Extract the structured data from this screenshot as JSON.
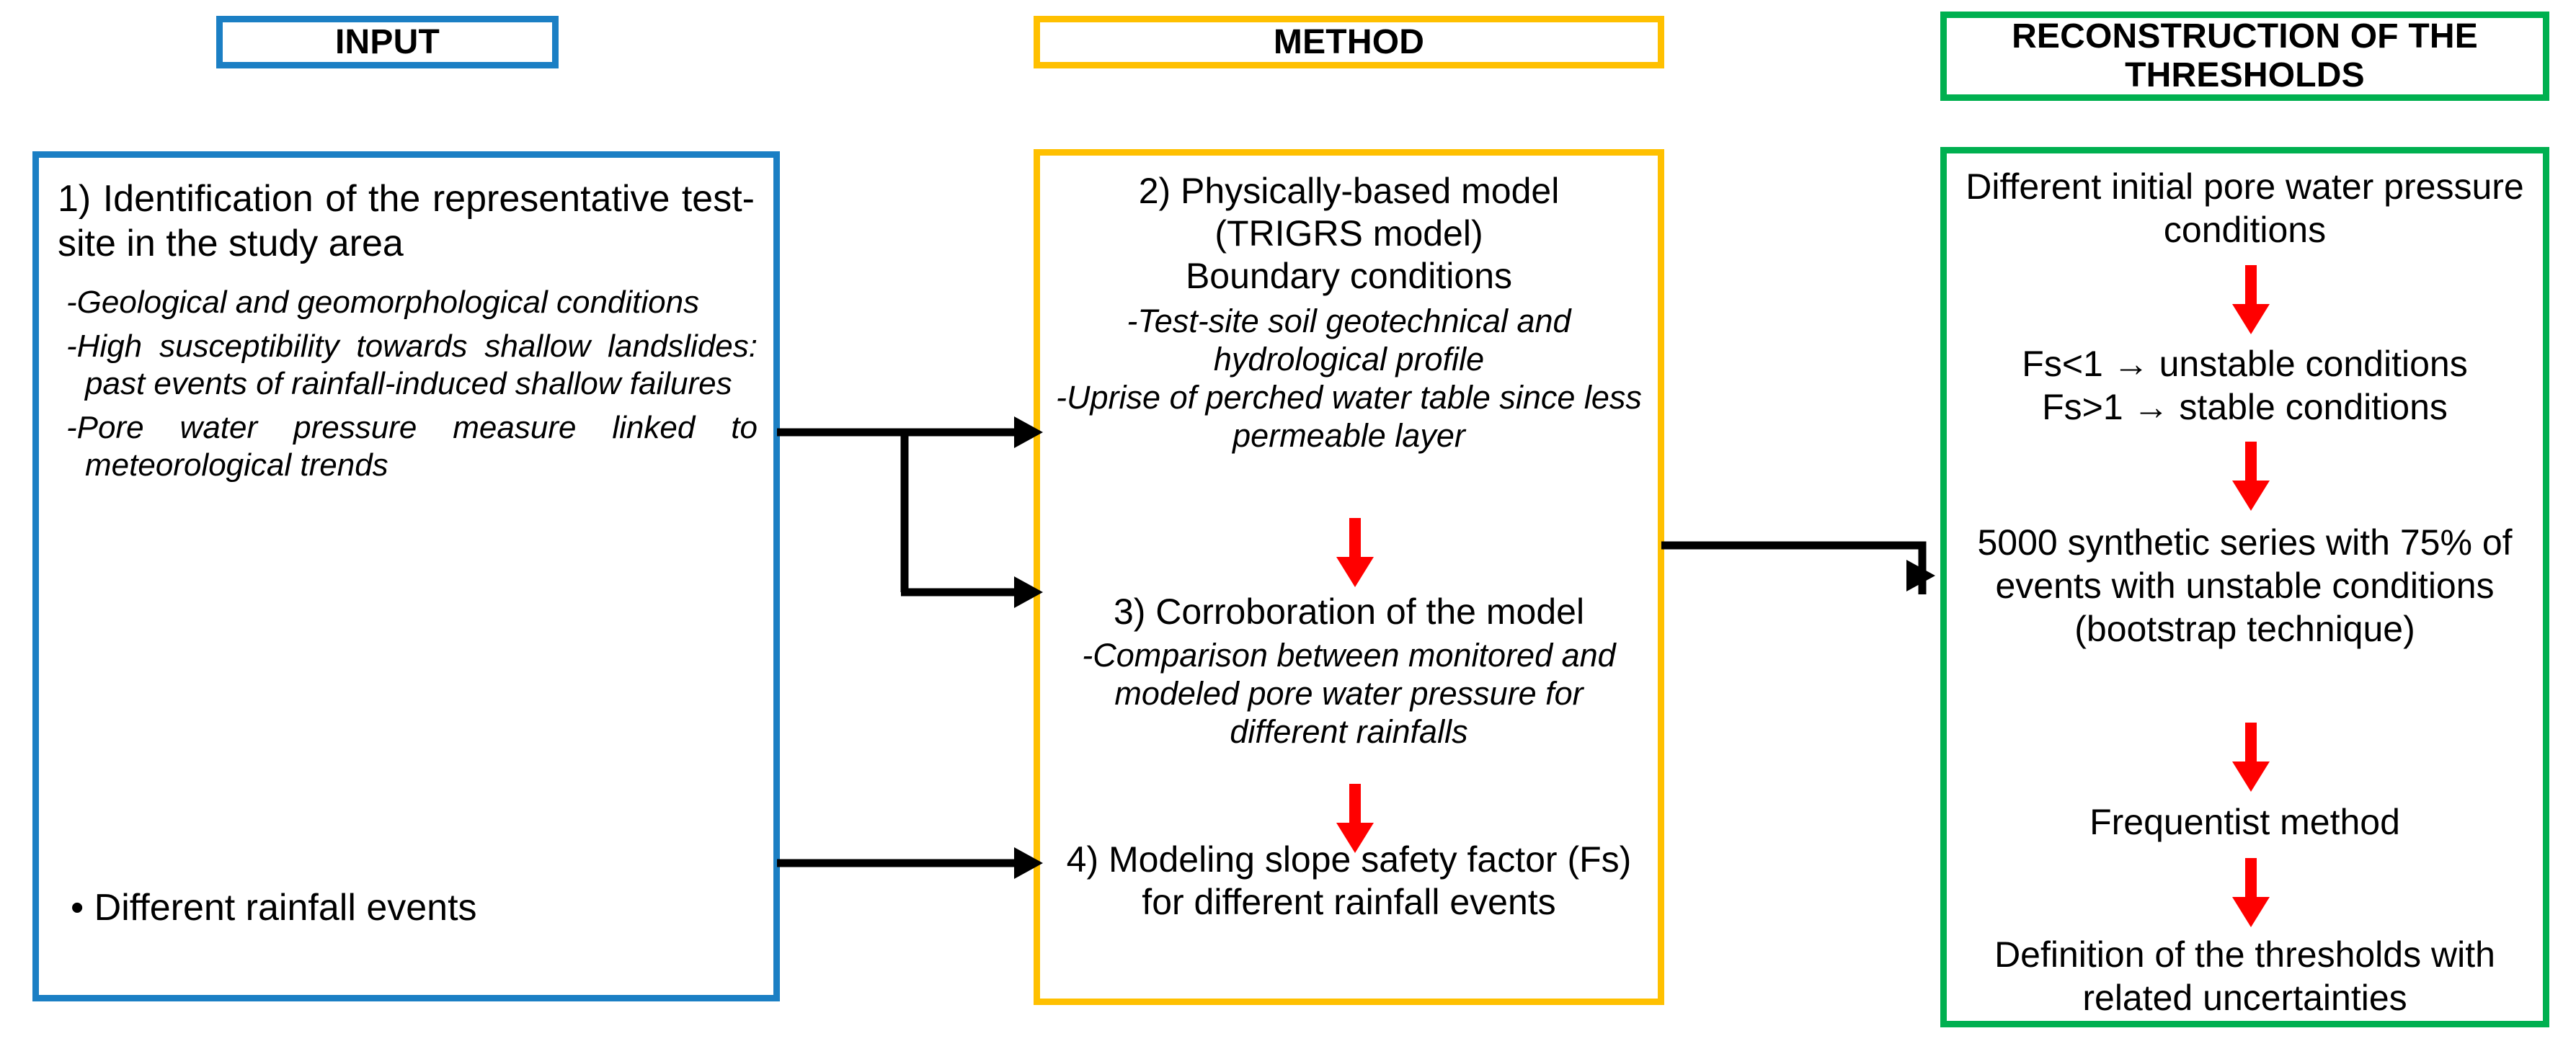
{
  "palette": {
    "input_accent": "#1B7FC4",
    "method_accent": "#FFC000",
    "threshold_accent": "#00B050",
    "arrow_red": "#FF0000",
    "connector_black": "#000000",
    "text": "#000000",
    "background": "#FFFFFF"
  },
  "columns": {
    "input": {
      "header": "INPUT",
      "step_title": "1)  Identification  of  the  representative  test-site  in  the  study area",
      "sub_items": [
        "-Geological and geomorphological conditions",
        "-High susceptibility towards shallow landslides: past events of rainfall-induced shallow failures",
        "-Pore water pressure measure linked to meteorological trends"
      ],
      "bullet_item": "• Different rainfall events"
    },
    "method": {
      "header": "METHOD",
      "blocks": [
        {
          "title_lines": [
            "2) Physically-based model",
            "(TRIGRS model)",
            "Boundary conditions"
          ],
          "sub_lines": [
            "-Test-site soil geotechnical and hydrological profile",
            "-Uprise of perched water table since less permeable layer"
          ]
        },
        {
          "title_lines": [
            "3) Corroboration of the model"
          ],
          "sub_lines": [
            "-Comparison between monitored and modeled pore water pressure for different rainfalls"
          ]
        },
        {
          "title_lines": [
            "4) Modeling slope safety factor (Fs) for different rainfall events"
          ],
          "sub_lines": []
        }
      ]
    },
    "thresholds": {
      "header": "RECONSTRUCTION OF THE THRESHOLDS",
      "steps": [
        "Different initial pore water pressure conditions",
        "Fs<1 → unstable conditions\nFs>1 → stable conditions",
        "5000 synthetic series with 75% of events with unstable conditions (bootstrap technique)",
        "Frequentist method",
        "Definition of the thresholds with related uncertainties"
      ]
    }
  },
  "connectors": {
    "input_to_method": [
      "input-top-to-method-block-2",
      "input-mid-to-method-block-3",
      "input-bottom-to-method-block-4"
    ],
    "method_to_thresholds": [
      "method-to-thresholds"
    ],
    "red_flow_arrows": [
      "method-block2-to-block3",
      "method-block3-to-block4",
      "threshold-step1-to-step2",
      "threshold-step2-to-step3",
      "threshold-step3-to-step4",
      "threshold-step4-to-step5"
    ]
  }
}
